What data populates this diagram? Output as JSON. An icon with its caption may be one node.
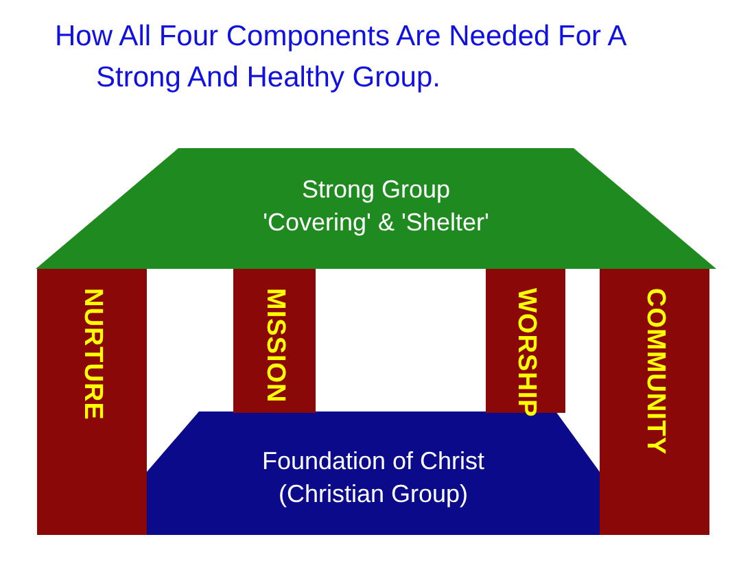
{
  "diagram": {
    "title": "How All Four Components Are Needed For A Strong And Healthy Group.",
    "nodes": [
      {
        "text": [
          "Strong Group",
          "'Covering' & 'Shelter'"
        ]
      },
      {
        "text": [
          "NURTURE"
        ]
      },
      {
        "text": [
          "MISSION"
        ]
      },
      {
        "text": [
          "WORSHIP"
        ]
      },
      {
        "text": [
          "COMMUNITY"
        ]
      },
      {
        "text": [
          "Foundation of Christ",
          "(Christian Group)"
        ]
      }
    ],
    "edges": []
  }
}
